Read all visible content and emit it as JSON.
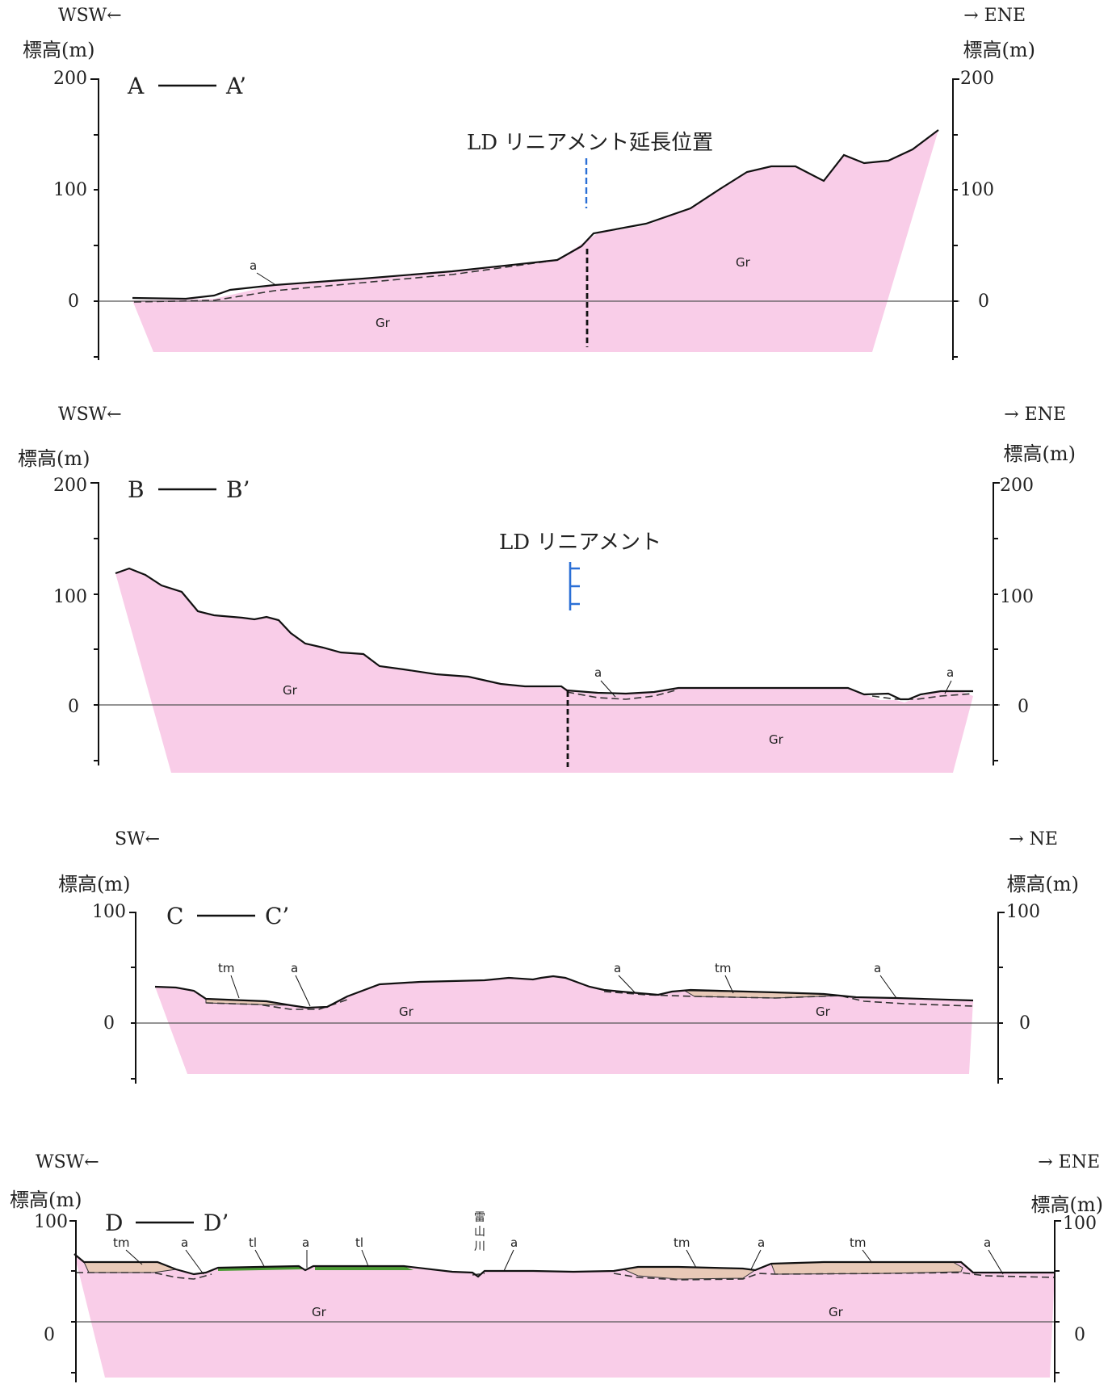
{
  "colors": {
    "granite": "#f9cde8",
    "terrace_tm": "#e8c9b7",
    "terrace_tl": "#4c9a35",
    "lineament": "#2a6fd6",
    "profile": "#111111",
    "sea_level": "#555555"
  },
  "axis_unit_label": "標高(m)",
  "sections": [
    {
      "id": "A",
      "label_left": "A",
      "label_right": "A’",
      "dir_left": "WSW←",
      "dir_right": "→ ENE",
      "ticks": [
        "200",
        "100",
        "0"
      ],
      "lineament_label": "LD リニアメント延長位置",
      "units": [
        "a",
        "Gr",
        "Gr"
      ]
    },
    {
      "id": "B",
      "label_left": "B",
      "label_right": "B’",
      "dir_left": "WSW←",
      "dir_right": "→ ENE",
      "ticks": [
        "200",
        "100",
        "0"
      ],
      "lineament_label": "LD リニアメント",
      "units": [
        "Gr",
        "a",
        "a",
        "Gr"
      ]
    },
    {
      "id": "C",
      "label_left": "C",
      "label_right": "C’",
      "dir_left": "SW←",
      "dir_right": "→ NE",
      "ticks": [
        "100",
        "0"
      ],
      "units": [
        "tm",
        "a",
        "a",
        "tm",
        "a",
        "Gr",
        "Gr"
      ]
    },
    {
      "id": "D",
      "label_left": "D",
      "label_right": "D’",
      "dir_left": "WSW←",
      "dir_right": "→ ENE",
      "ticks": [
        "100",
        "0"
      ],
      "river_label": [
        "雷",
        "山",
        "川"
      ],
      "units": [
        "tm",
        "a",
        "tl",
        "a",
        "tl",
        "a",
        "tm",
        "a",
        "tm",
        "a",
        "Gr",
        "Gr"
      ]
    }
  ]
}
